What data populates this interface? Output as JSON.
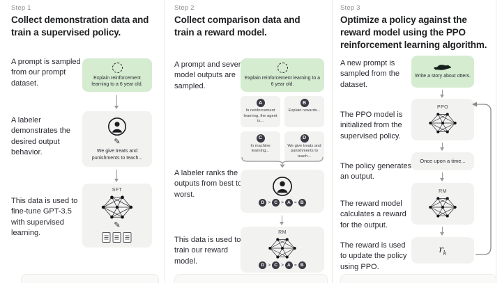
{
  "steps": {
    "step1": {
      "label": "Step 1",
      "title": "Collect demonstration data and train a supervised policy.",
      "caption_prompt": "A prompt is sampled from our prompt dataset.",
      "caption_labeler": "A labeler demonstrates the desired output behavior.",
      "caption_finetune": "This data is used to fine-tune GPT-3.5 with supervised learning.",
      "prompt_text": "Explain reinforcement learning to a 6 year old.",
      "demonstration_text": "We give treats and punishments to teach...",
      "model_label": "SFT"
    },
    "step2": {
      "label": "Step 2",
      "title": "Collect comparison data and train a reward model.",
      "caption_sampled": "A prompt and several model outputs are sampled.",
      "caption_ranks": "A labeler ranks the outputs from best to worst.",
      "caption_train": "This data is used to train our reward model.",
      "prompt_text": "Explain reinforcement learning to a 6 year old.",
      "outputs": [
        {
          "letter": "A",
          "text": "In reinforcement learning, the agent is..."
        },
        {
          "letter": "B",
          "text": "Explain rewards..."
        },
        {
          "letter": "C",
          "text": "In machine learning..."
        },
        {
          "letter": "D",
          "text": "We give treats and punishments to teach..."
        }
      ],
      "ranking": {
        "letters": [
          "D",
          "C",
          "A",
          "B"
        ],
        "separators": [
          ">",
          ">",
          "="
        ]
      },
      "model_label": "RM"
    },
    "step3": {
      "label": "Step 3",
      "title": "Optimize a policy against the reward model using the PPO reinforcement learning algorithm.",
      "caption_new_prompt": "A new prompt is sampled from the dataset.",
      "caption_ppo_init": "The PPO model is initialized from the supervised policy.",
      "caption_generates": "The policy generates an output.",
      "caption_reward_calc": "The reward model calculates a reward for the output.",
      "caption_update": "The reward is used to update the policy using PPO.",
      "prompt_text": "Write a story about otters.",
      "ppo_label": "PPO",
      "output_text": "Once upon a time...",
      "rm_label": "RM",
      "reward_symbol": "r",
      "reward_symbol_sub": "k"
    }
  },
  "icons": {
    "sampling": "dashed-circle-icon",
    "labeler": "person-icon",
    "write": "pencil-icon",
    "model": "neural-network-icon",
    "data": "documents-icon",
    "otter_prompt": "otter-icon"
  },
  "colors": {
    "prompt_box_green": "#d5ecd0",
    "flow_box_gray": "#f2f2f0",
    "text_primary": "#202123",
    "step_label_gray": "#8e8e93",
    "arrow_gray": "#9a9a98",
    "badge_dark": "#3a3a44"
  }
}
